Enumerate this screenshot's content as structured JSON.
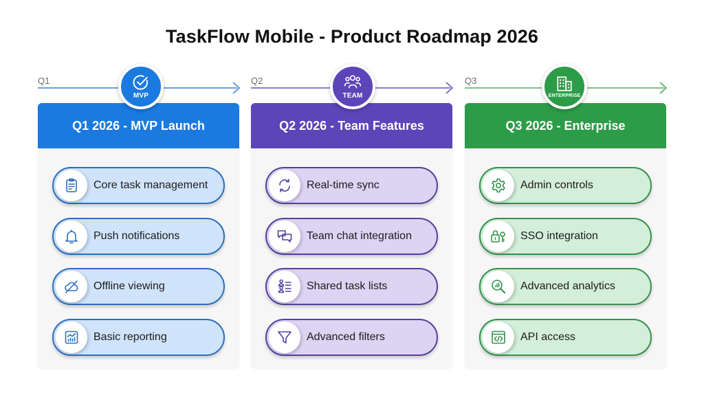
{
  "title": "TaskFlow Mobile - Product Roadmap 2026",
  "colors": {
    "q1_accent": "#1a7ae0",
    "q1_pill_bg": "#cfe3fa",
    "q1_pill_border": "#2a6fc0",
    "q2_accent": "#5b45b8",
    "q2_pill_bg": "#ddd3f3",
    "q2_pill_border": "#52409f",
    "q3_accent": "#2d9c48",
    "q3_pill_bg": "#d3eed9",
    "q3_pill_border": "#34914b"
  },
  "phases": [
    {
      "quarter_label": "Q1",
      "badge_icon": "check-circle-icon",
      "badge_text": "MVP",
      "header": "Q1 2026 - MVP Launch",
      "items": [
        {
          "icon": "clipboard-icon",
          "label": "Core task management"
        },
        {
          "icon": "bell-icon",
          "label": "Push notifications"
        },
        {
          "icon": "cloud-off-icon",
          "label": "Offline viewing"
        },
        {
          "icon": "chart-report-icon",
          "label": "Basic reporting"
        }
      ]
    },
    {
      "quarter_label": "Q2",
      "badge_icon": "users-icon",
      "badge_text": "TEAM",
      "header": "Q2 2026 - Team Features",
      "items": [
        {
          "icon": "sync-icon",
          "label": "Real-time sync"
        },
        {
          "icon": "chat-bubbles-icon",
          "label": "Team chat integration"
        },
        {
          "icon": "user-list-icon",
          "label": "Shared task lists"
        },
        {
          "icon": "filter-icon",
          "label": "Advanced filters"
        }
      ]
    },
    {
      "quarter_label": "Q3",
      "badge_icon": "building-icon",
      "badge_text": "ENTERPRISE",
      "header": "Q3 2026 - Enterprise",
      "items": [
        {
          "icon": "gear-icon",
          "label": "Admin controls"
        },
        {
          "icon": "lock-key-icon",
          "label": "SSO integration"
        },
        {
          "icon": "magnify-chart-icon",
          "label": "Advanced analytics"
        },
        {
          "icon": "code-window-icon",
          "label": "API access"
        }
      ]
    }
  ]
}
